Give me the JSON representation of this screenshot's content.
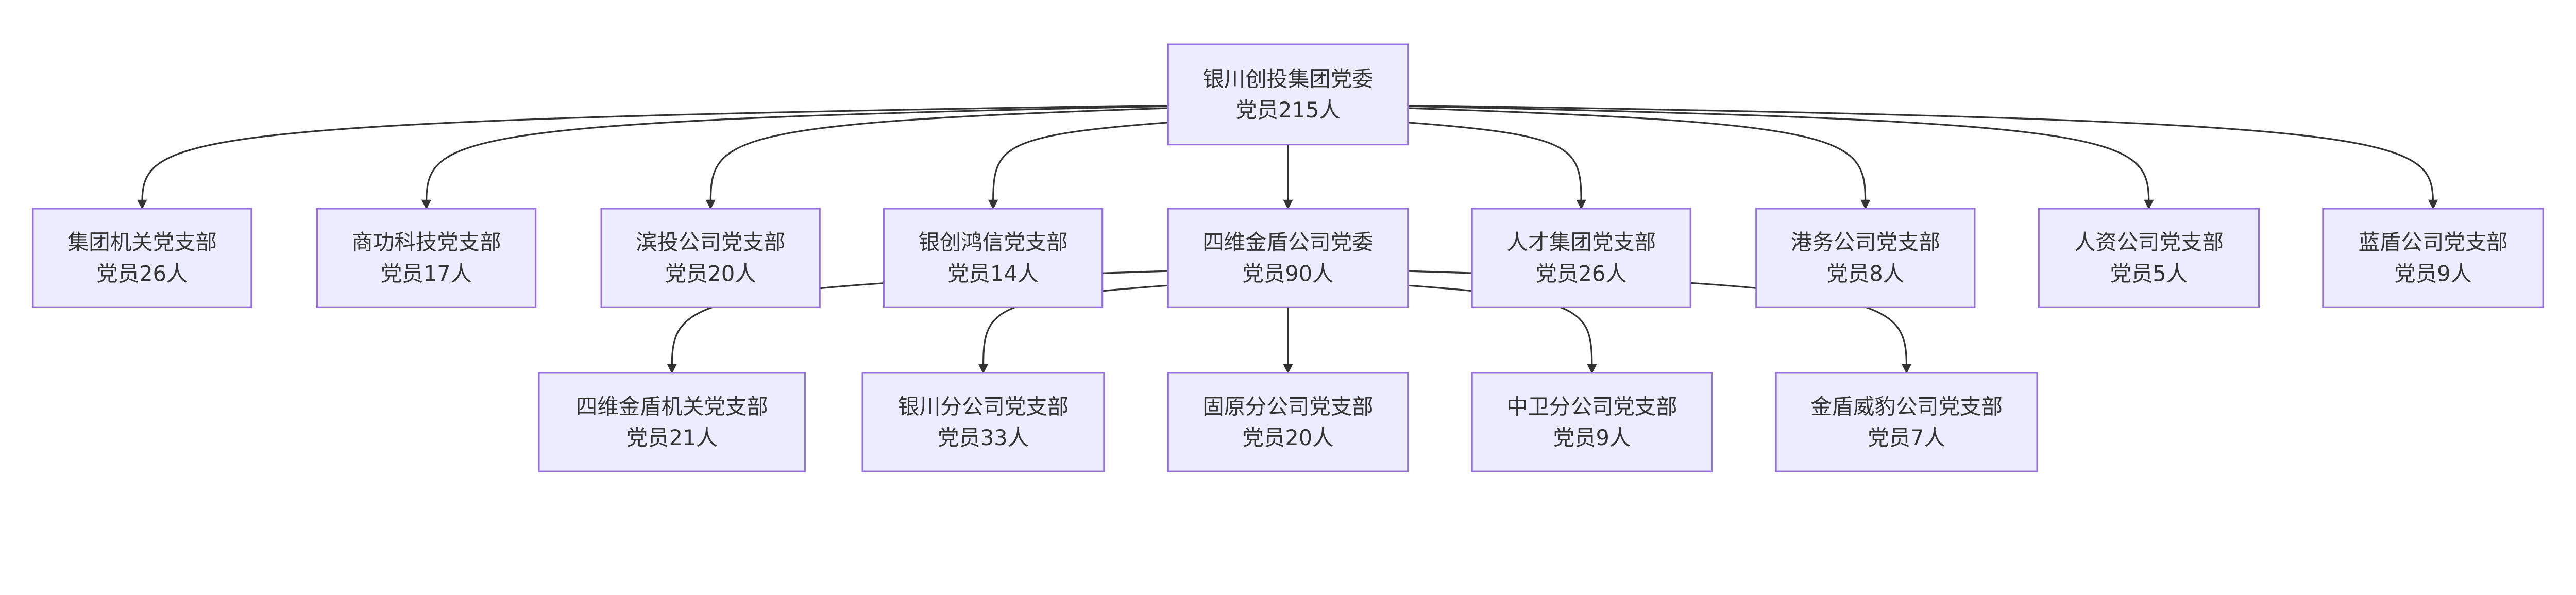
{
  "colors": {
    "node_fill": "#ececff",
    "node_stroke": "#9370db",
    "edge": "#333333",
    "text": "#333333"
  },
  "nodes": {
    "root": {
      "name": "银川创投集团党委",
      "members": "党员215人"
    },
    "jtjg": {
      "name": "集团机关党支部",
      "members": "党员26人"
    },
    "sgkj": {
      "name": "商功科技党支部",
      "members": "党员17人"
    },
    "btgs": {
      "name": "滨投公司党支部",
      "members": "党员20人"
    },
    "ychx": {
      "name": "银创鸿信党支部",
      "members": "党员14人"
    },
    "swjd": {
      "name": "四维金盾公司党委",
      "members": "党员90人"
    },
    "rcjt": {
      "name": "人才集团党支部",
      "members": "党员26人"
    },
    "gwgs": {
      "name": "港务公司党支部",
      "members": "党员8人"
    },
    "rzgs": {
      "name": "人资公司党支部",
      "members": "党员5人"
    },
    "ldgs": {
      "name": "蓝盾公司党支部",
      "members": "党员9人"
    },
    "swjg": {
      "name": "四维金盾机关党支部",
      "members": "党员21人"
    },
    "ycfg": {
      "name": "银川分公司党支部",
      "members": "党员33人"
    },
    "gyfg": {
      "name": "固原分公司党支部",
      "members": "党员20人"
    },
    "zwfg": {
      "name": "中卫分公司党支部",
      "members": "党员9人"
    },
    "jdwb": {
      "name": "金盾威豹公司党支部",
      "members": "党员7人"
    }
  },
  "edges": [
    [
      "root",
      "jtjg"
    ],
    [
      "root",
      "sgkj"
    ],
    [
      "root",
      "btgs"
    ],
    [
      "root",
      "ychx"
    ],
    [
      "root",
      "swjd"
    ],
    [
      "root",
      "rcjt"
    ],
    [
      "root",
      "gwgs"
    ],
    [
      "root",
      "rzgs"
    ],
    [
      "root",
      "ldgs"
    ],
    [
      "swjd",
      "swjg"
    ],
    [
      "swjd",
      "ycfg"
    ],
    [
      "swjd",
      "gyfg"
    ],
    [
      "swjd",
      "zwfg"
    ],
    [
      "swjd",
      "jdwb"
    ]
  ]
}
